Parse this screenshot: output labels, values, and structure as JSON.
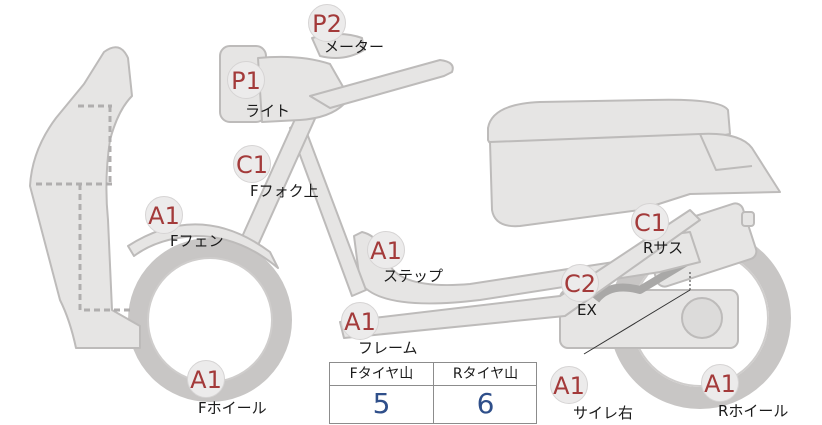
{
  "inspection_points": [
    {
      "id": "meter",
      "code": "P2",
      "label": "メーター"
    },
    {
      "id": "light",
      "code": "P1",
      "label": "ライト"
    },
    {
      "id": "front-fork-upper",
      "code": "C1",
      "label": "Fフォク上"
    },
    {
      "id": "front-fender",
      "code": "A1",
      "label": "Fフェン"
    },
    {
      "id": "step",
      "code": "A1",
      "label": "ステップ"
    },
    {
      "id": "frame",
      "code": "A1",
      "label": "フレーム"
    },
    {
      "id": "front-wheel",
      "code": "A1",
      "label": "Fホイール"
    },
    {
      "id": "rear-suspension",
      "code": "C1",
      "label": "Rサス"
    },
    {
      "id": "exhaust",
      "code": "C2",
      "label": "EX"
    },
    {
      "id": "muffler-right",
      "code": "A1",
      "label": "サイレ右"
    },
    {
      "id": "rear-wheel",
      "code": "A1",
      "label": "Rホイール"
    }
  ],
  "tire_tread": {
    "front": {
      "header": "Fタイヤ山",
      "value": "5"
    },
    "rear": {
      "header": "Rタイヤ山",
      "value": "6"
    }
  },
  "colors": {
    "body_fill": "#e6e5e4",
    "body_stroke": "#bdbbba",
    "badge_text": "#a33a3a",
    "tread_value": "#2f4f8a"
  }
}
